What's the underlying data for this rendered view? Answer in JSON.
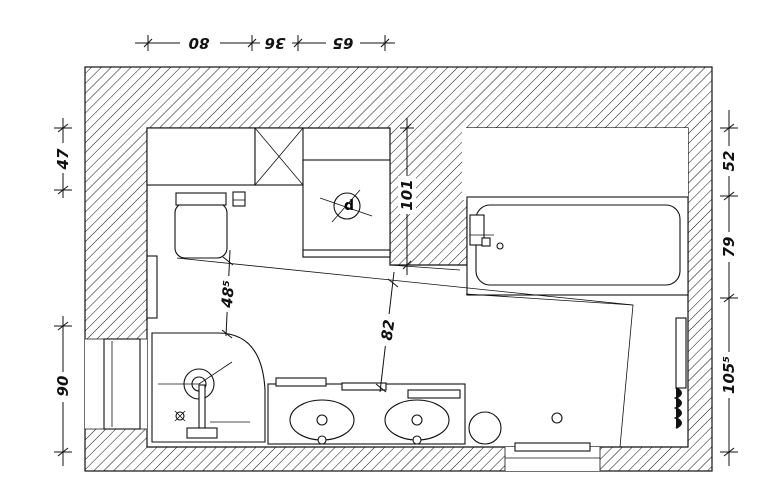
{
  "dimensions": {
    "top": [
      "80",
      "36",
      "65"
    ],
    "left": [
      "47",
      "90"
    ],
    "right": [
      "52",
      "79",
      "105⁵"
    ],
    "inner": [
      "101",
      "48⁵",
      "82"
    ]
  },
  "fixtures": {
    "appliance_label": "p"
  },
  "colors": {
    "line": "#111111",
    "background": "#ffffff"
  }
}
